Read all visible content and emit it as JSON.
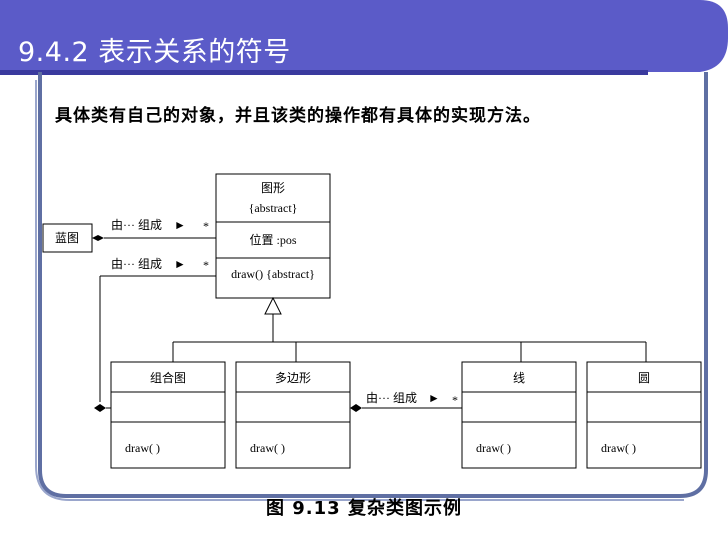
{
  "slide": {
    "title": "9.4.2   表示关系的符号",
    "description": "具体类有自己的对象，并且该类的操作都有具体的实现方法。",
    "caption_prefix": "图 ",
    "caption_number": "9.13",
    "caption_text": " 复杂类图示例"
  },
  "colors": {
    "title_bar": "#5b5bc8",
    "frame": "#5f6fa3",
    "frame_light": "#9aa6cc"
  },
  "diagram": {
    "figure_class": {
      "name": "图形",
      "stereotype": "{abstract}",
      "attribute": "位置 :pos",
      "operation": "draw() {abstract}"
    },
    "blueprint_class": {
      "name": "蓝图"
    },
    "subclasses": [
      {
        "name": "组合图",
        "operation": "draw( )"
      },
      {
        "name": "多边形",
        "operation": "draw( )"
      },
      {
        "name": "线",
        "operation": "draw( )"
      },
      {
        "name": "圆",
        "operation": "draw( )"
      }
    ],
    "relations": [
      {
        "label": "由··· 组成",
        "arrow": "►",
        "multiplicity": "*"
      },
      {
        "label": "由··· 组成",
        "arrow": "►",
        "multiplicity": "*"
      },
      {
        "label": "由··· 组成",
        "arrow": "►",
        "multiplicity": "*"
      }
    ]
  }
}
